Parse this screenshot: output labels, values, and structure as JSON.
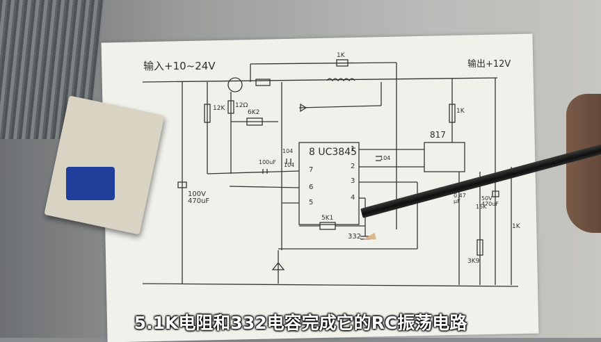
{
  "caption": "5.1K电阻和332电容完成它的RC振荡电路",
  "labels": {
    "input": "输入+10~24V",
    "output": "输出+12V",
    "r_1k_top": "1K",
    "r_12k": "12K",
    "r_12ohm": "12Ω",
    "r_6k2": "6K2",
    "ic_name": "8 UC3845",
    "pin1": "1",
    "pin2": "2",
    "pin3": "3",
    "pin4": "4",
    "pin5": "5",
    "pin6": "6",
    "pin7": "7",
    "cap_104_a": "104",
    "cap_104_b": "104",
    "cap_104_c": "104",
    "cap_100uf": "100uF",
    "cap_main": "100V 470uF",
    "r_5k1": "5K1",
    "cap_332": "332",
    "opto": "817",
    "r_1k_right": "1K",
    "cap_047": "0.47 μF",
    "r_15k": "15K",
    "cap_out": "50V 470uF",
    "r_1k_bottom": "1K",
    "r_3k9": "3K9"
  },
  "colors": {
    "ink": "#2e2e2e",
    "paper": "#f1f1ec",
    "caption": "#ffffff",
    "transformer": "#1f3f9a"
  }
}
